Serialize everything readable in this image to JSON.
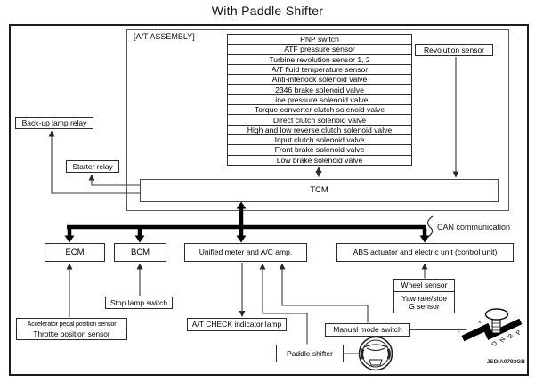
{
  "title": "With Paddle Shifter",
  "watermark": "JSDIA0792GB",
  "assembly": {
    "label": "[A/T ASSEMBLY]",
    "tcm_label": "TCM",
    "components": [
      "PNP switch",
      "ATF pressure sensor",
      "Turbine revolution sensor 1, 2",
      "A/T fluid temperature sensor",
      "Anti-interlock solenoid valve",
      "2346 brake solenoid valve",
      "Line pressure solenoid valve",
      "Torque converter clutch solenoid valve",
      "Direct clutch solenoid valve",
      "High and low reverse clutch solenoid valve",
      "Input clutch solenoid valve",
      "Front brake solenoid valve",
      "Low brake solenoid valve"
    ]
  },
  "nodes": {
    "revolution_sensor": "Revolution sensor",
    "backup_lamp_relay": "Back-up lamp relay",
    "starter_relay": "Starter relay",
    "ecm": "ECM",
    "bcm": "BCM",
    "unified_meter": "Unified meter and A/C amp.",
    "abs_unit": "ABS actuator and electric unit (control unit)",
    "stop_lamp_switch": "Stop lamp switch",
    "accelerator_sensor": "Accelerator pedal position sensor",
    "throttle_sensor": "Throttle position sensor",
    "at_check_lamp": "A/T CHECK indicator lamp",
    "wheel_sensor": "Wheel sensor",
    "yaw_sensor_line1": "Yaw rate/side",
    "yaw_sensor_line2": "G sensor",
    "manual_mode_switch": "Manual mode switch",
    "paddle_shifter": "Paddle shifter"
  },
  "bus": {
    "label": "CAN communication"
  },
  "icons": {
    "steering_wheel": "steering-wheel-icon",
    "shift_gate": {
      "letters_along_bar": [
        "D",
        "N",
        "R",
        "P"
      ],
      "plus": "+",
      "minus": "-"
    }
  },
  "colors": {
    "line": "#333333",
    "bus": "#000000",
    "background": "#ffffff"
  }
}
